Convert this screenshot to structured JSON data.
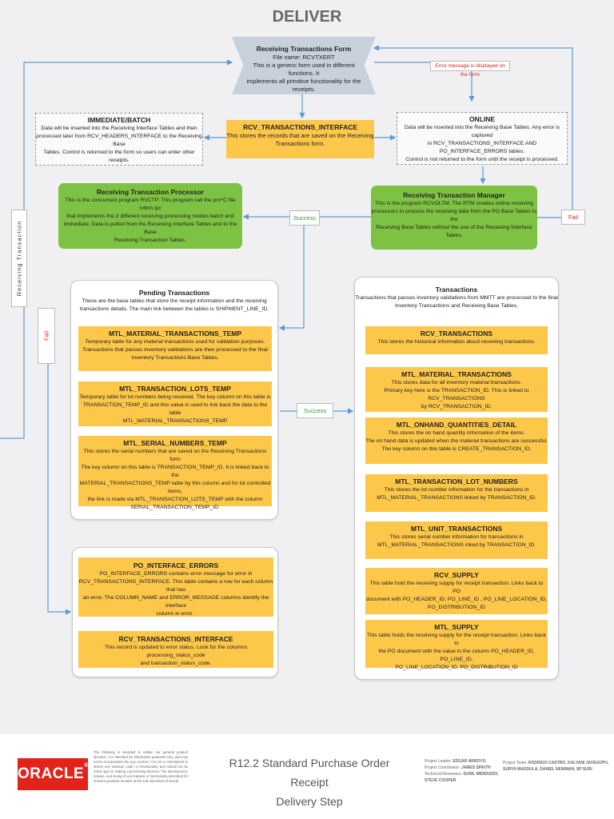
{
  "title": "DELIVER",
  "form": {
    "title": "Receiving Transactions Form",
    "line1": "File name: RCVTXERT",
    "line2": "This is a generic form used in different functions. It",
    "line3": "implements all primitive functionality for the receipts."
  },
  "error_msg": "Error message is displayed on the form",
  "immediate": {
    "title": "IMMEDIATE/BATCH",
    "line1": "Data will be inserted into the Receiving Interface Tables and  then",
    "line2": "processed later from RCV_HEADERS_INTERFACE to  the  Receiving Base",
    "line3": "Tables. Control is returned to the form so users can enter other receipts."
  },
  "rti": {
    "title": "RCV_TRANSACTIONS_INTERFACE",
    "line1": "This stores the records  that are saved on the  Receiving",
    "line2": "Transactions  form."
  },
  "online": {
    "title": "ONLINE",
    "line1": "Data will be inserted into the Receiving Base Tables. Any error is captured",
    "line2": "in RCV_TRANSACTIONS_INTERFACE AND PO_INTERFACE_ERRORS tables.",
    "line3": "Control is not returned to the form until the receipt is processed."
  },
  "processor": {
    "title": "Receiving Transaction Processor",
    "line1": "This is the concurrent program RVCTP. This program call the pro*C file rvtbm.lpc",
    "line2": "that implements the 2 different receiving processing modes batch and",
    "line3": "immediate. Data is pulled from the Receiving Interface Tables and  to  the Base",
    "line4": "Receiving Transaction Tables."
  },
  "manager": {
    "title": "Receiving Transaction Manager",
    "line1": "This is the program RCVOLTM. The RTM creates online receiving",
    "line2": "processors to process the receiving data from the  PO Base Tables  to  the",
    "line3": "Receiving Base Tables without the use of the Receiving Interface Tables."
  },
  "labels": {
    "success1": "Success",
    "success2": "Success",
    "fail_right": "Fail",
    "fail_left": "Fail",
    "receiving_transaction": "Receiving Transaction"
  },
  "pending": {
    "title": "Pending Transactions",
    "line1": "These  are  the  base  tables  that store the receipt information and  the  receiving",
    "line2": "transactions details.  The main link between the tables is SHIPMENT_LINE_ID.",
    "tables": [
      {
        "name": "MTL_MATERIAL_TRANSACTIONS_TEMP",
        "lines": [
          "Temporary table for any material transactions used  for validation purposes.",
          "Transactions that passes inventory validations are then processed to the final",
          "Inventory Transactions Base Tables."
        ]
      },
      {
        "name": "MTL_TRANSACTION_LOTS_TEMP",
        "lines": [
          "Temporary table for lot numbers being received. The key column on this table is",
          "TRANSACTION_TEMP_ID and this value is used to link back the data to the table",
          "MTL_MATERIAL_TRANSACTIONS_TEMP"
        ]
      },
      {
        "name": "MTL_SERIAL_NUMBERS_TEMP",
        "lines": [
          "This stores the serial numbers that are saved on the  Receiving Transactions  form",
          "The key column on this table is TRANSACTION_TEMP_ID. It is  linked  back  to  the",
          "MATERIAL_TRANSACTIONS_TEMP  table  by  this column and for lot controlled items,",
          "the link is made  via MTL_TRANSACTION_LOTS_TEMP  with  the  column",
          "SERIAL_TRANSACTION_TEMP_ID."
        ]
      }
    ]
  },
  "transactions": {
    "title": "Transactions",
    "line1": "Transactions that passes inventory validations from MMTT are processed to the final",
    "line2": "Inventory Transactions  and Receiving  Base Tables.",
    "tables": [
      {
        "name": "RCV_TRANSACTIONS",
        "lines": [
          "This stores the historical information about receiving transactions."
        ]
      },
      {
        "name": "MTL_MATERIAL_TRANSACTIONS",
        "lines": [
          "This stores data for all inventory material transactions.",
          "Primary key here is the TRANSACTION_ID. This  is linked to RCV_TRANSACTIONS",
          "by RCV_TRANSACTION_ID."
        ]
      },
      {
        "name": "MTL_ONHAND_QUANTITIES_DETAIL",
        "lines": [
          "This stores the on hand quantity information of the items.",
          "The  on hand data is updated  when the  material transactions are successful.",
          "The  key column on this table  is CREATE_TRANSACTION_ID."
        ]
      },
      {
        "name": "MTL_TRANSACTION_LOT_NUMBERS",
        "lines": [
          "This  stores the lot number information for the transactions  in",
          "MTL_MATERIAL_TRANSACTIONS linked by TRANSACTION_ID."
        ]
      },
      {
        "name": "MTL_UNIT_TRANSACTIONS",
        "lines": [
          "This stores serial number information  for  transactions  in",
          "MTL_MATERIAL_TRANSACTIONS inked by TRANSACTION_ID."
        ]
      },
      {
        "name": "RCV_SUPPLY",
        "lines": [
          "This  table  hold  the  receiving  supply for receipt  transaction.  Links back to PO",
          "document with PO_HEADER_ID, PO_LINE_ID ,  PO_LINE_LOCATION_ID,",
          "PO_DISTRIBUTION_ID"
        ]
      },
      {
        "name": "MTL_SUPPLY",
        "lines": [
          "This table  holds  the  receiving supply for the receipt transaction. Links back to",
          "the PO document with the value in the column PO_HEADER_ID, PO_LINE_ID,",
          "PO_LINE_LOCATION_ID, PO_DISTRIBUTION_ID"
        ]
      }
    ]
  },
  "errors": {
    "tables": [
      {
        "name": "PO_INTERFACE_ERRORS",
        "lines": [
          "PO_INTERFACE_ERRORS contains error message for error in",
          "RCV_TRANSACTIONS_INTERFACE. This table contains a row for each column that has",
          "an error. The COLUMN_NAME and ERROR_MESSAGE columns identify the interface",
          "column in error ."
        ]
      },
      {
        "name": "RCV_TRANSACTIONS_INTERFACE",
        "lines": [
          "This record is updated to error status.  Look for the columns processing_status_code",
          "and transaction_status_code."
        ]
      }
    ]
  },
  "footer": {
    "logo": "ORACLE",
    "logo_mark": "®",
    "disclaimer": "The following is intended to outline our general product direction. It is intended for information purposes only, and may not be incorporated into any contract. It is not a commitment to deliver any material, code, or functionality, and should not be relied upon in making a purchasing decision. The development, release, and timing of any features or functionality described for Oracle's products remains at the sole discretion of Oracle.",
    "title_line1": "R12.2 Standard Purchase Order Receipt",
    "title_line2": "Delivery Step",
    "leader_label": "Project Leader: ",
    "leader": "EDGAR ARROYO",
    "coordinator_label": "Project Coordinator: ",
    "coordinator": "JAMES SPAITH",
    "reviewers_label": "Technical Reviewers: ",
    "reviewers": "SUNIL MIDIDUDDI,",
    "reviewers2": "STEVE COOPER",
    "team_label": "Project Team: ",
    "team": "RODRIGO CASTRO, KALYANI JAYAGOPU,",
    "team2": "SURYA MADDULA, DANIEL NEWMAN, SP SUDI"
  },
  "colors": {
    "yellow": "#fdc74a",
    "green": "#7dc242",
    "arrow": "#5b9bd5",
    "oracle_red": "#e2231a"
  }
}
